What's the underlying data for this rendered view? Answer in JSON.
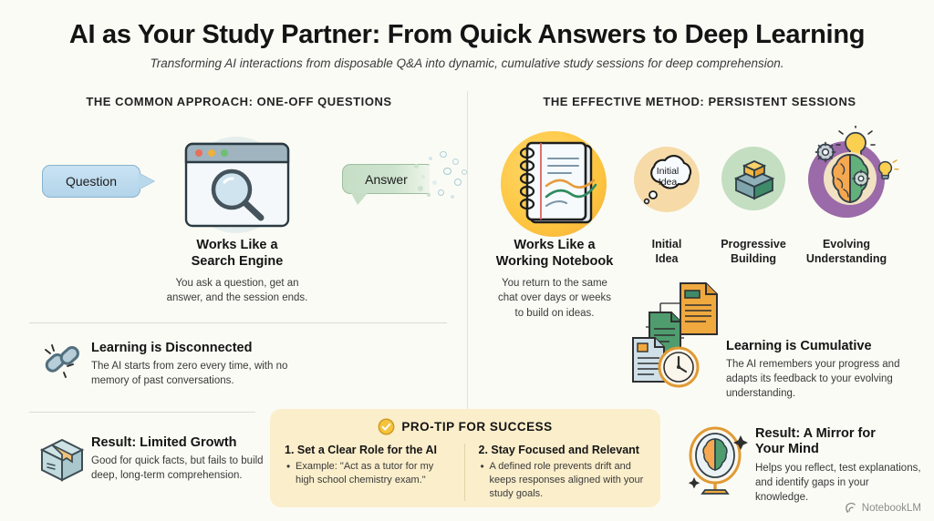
{
  "header": {
    "title": "AI as Your Study Partner: From Quick Answers to Deep Learning",
    "subtitle": "Transforming AI interactions from disposable Q&A into dynamic, cumulative study sessions for deep comprehension."
  },
  "columns": {
    "left_heading": "THE COMMON APPROACH: ONE-OFF QUESTIONS",
    "right_heading": "THE EFFECTIVE METHOD: PERSISTENT SESSIONS"
  },
  "left": {
    "question_bubble": "Question",
    "answer_bubble": "Answer",
    "hero": {
      "title_line1": "Works Like a",
      "title_line2": "Search Engine",
      "body_line1": "You ask a question, get an",
      "body_line2": "answer, and the session ends."
    },
    "point1": {
      "title": "Learning is Disconnected",
      "body": "The AI starts from zero every time, with no memory of past conversations."
    },
    "point2": {
      "title": "Result: Limited Growth",
      "body": "Good for quick facts, but fails to build deep, long-term comprehension."
    }
  },
  "right": {
    "hero": {
      "title_line1": "Works Like a",
      "title_line2": "Working Notebook",
      "body_line1": "You return to the same",
      "body_line2": "chat over days or weeks",
      "body_line3": "to build on ideas."
    },
    "stages": [
      {
        "bubble_line1": "Initial",
        "bubble_line2": "Idea",
        "caption_line1": "Initial",
        "caption_line2": "Idea"
      },
      {
        "caption_line1": "Progressive",
        "caption_line2": "Building"
      },
      {
        "caption_line1": "Evolving",
        "caption_line2": "Understanding"
      }
    ],
    "point1": {
      "title": "Learning is Cumulative",
      "body": "The AI remembers your progress and adapts its feedback to your evolving understanding."
    },
    "point2": {
      "title_line1": "Result: A Mirror for",
      "title_line2": "Your Mind",
      "body": "Helps you reflect, test explanations, and identify gaps in your knowledge."
    }
  },
  "protip": {
    "title": "PRO-TIP FOR SUCCESS",
    "items": [
      {
        "heading": "1. Set a Clear Role for the AI",
        "bullet": "Example: \"Act as a tutor for my high school chemistry exam.\""
      },
      {
        "heading": "2. Stay Focused and Relevant",
        "bullet": "A defined role prevents drift and keeps responses aligned with your study goals."
      }
    ]
  },
  "watermark": {
    "label": "NotebookLM"
  },
  "colors": {
    "background": "#fbfbf5",
    "question_blue": "#b8d8ec",
    "answer_green": "#c6ddc6",
    "notebook_amber": "#fcc849",
    "protip_cream": "#fbeecb",
    "brain_purple": "#9b6aa8",
    "doc_orange": "#f0a93e",
    "doc_green": "#4f9d6f"
  }
}
